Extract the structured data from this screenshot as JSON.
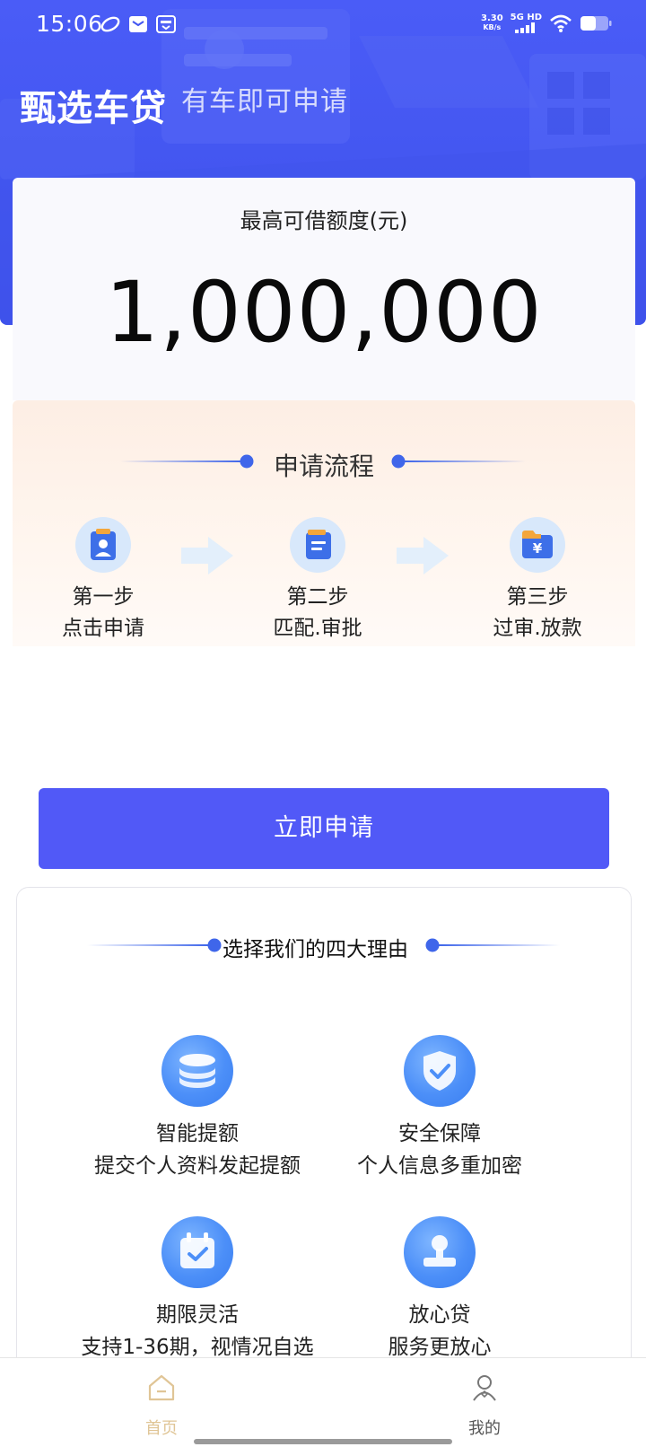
{
  "status_bar": {
    "time": "15:06",
    "net_speed_value": "3.30",
    "net_speed_unit": "KB/s",
    "signal_label": "5G HD"
  },
  "header": {
    "title": "甄选车贷",
    "subtitle": "有车即可申请"
  },
  "amount": {
    "label": "最高可借额度(元)",
    "value": "1,000,000"
  },
  "process": {
    "title": "申请流程",
    "steps": [
      {
        "name": "第一步",
        "desc": "点击申请",
        "icon": "user-id-icon"
      },
      {
        "name": "第二步",
        "desc": "匹配.审批",
        "icon": "document-icon"
      },
      {
        "name": "第三步",
        "desc": "过审.放款",
        "icon": "yuan-folder-icon"
      }
    ]
  },
  "apply_button": {
    "label": "立即申请"
  },
  "reasons": {
    "title": "选择我们的四大理由",
    "items": [
      {
        "title": "智能提额",
        "desc": "提交个人资料发起提额",
        "icon": "coin-stack-icon"
      },
      {
        "title": "安全保障",
        "desc": "个人信息多重加密",
        "icon": "shield-check-icon"
      },
      {
        "title": "期限灵活",
        "desc": "支持1-36期，视情况自选",
        "icon": "calendar-check-icon"
      },
      {
        "title": "放心贷",
        "desc": "服务更放心",
        "icon": "stamp-icon"
      }
    ]
  },
  "tabbar": {
    "tabs": [
      {
        "label": "首页",
        "icon": "home-icon",
        "active": true
      },
      {
        "label": "我的",
        "icon": "profile-icon",
        "active": false
      }
    ]
  },
  "colors": {
    "header_blue": "#4356f0",
    "button_blue": "#5159f7",
    "icon_blue": "#4c8ff8",
    "tab_active": "#e0c596",
    "tab_inactive": "#555555"
  }
}
